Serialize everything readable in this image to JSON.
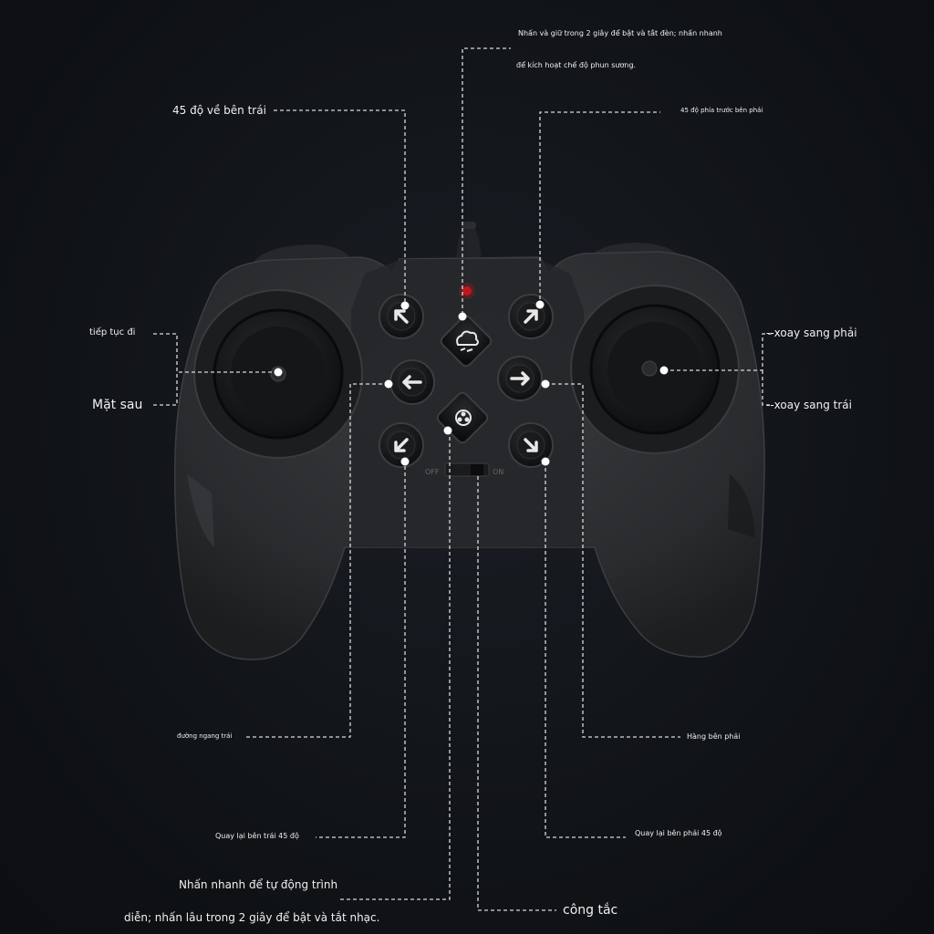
{
  "annotations": {
    "mist_line1": "Nhấn và giữ trong 2 giây để bật và tắt đèn; nhấn nhanh",
    "mist_line2": "để kích hoạt chế độ phun sương.",
    "left_45": "45 độ về bên trái",
    "front_right_45": "45 độ phía trước bên phải",
    "continue": "tiếp tục đi",
    "back": "Mặt sau",
    "rotate_right": "--xoay sang phải",
    "rotate_left": "--xoay sang trái",
    "left_strafe": "đường ngang trái",
    "right_row": "Hàng bên phải",
    "back_left_45": "Quay lại bên trái 45 độ",
    "back_right_45": "Quay lại bên phải 45 độ",
    "demo_line1": "Nhấn nhanh để tự động trình",
    "demo_line2": "diễn; nhấn lâu trong 2 giây để bật và tắt nhạc.",
    "power_switch": "công tắc"
  },
  "colors": {
    "background": "#111418",
    "controller_body": "#2b2c2f",
    "button": "#141516",
    "leader_line": "#d9d9d9",
    "led": "#c0161a"
  },
  "icons": {
    "up_left": "arrow-up-left-icon",
    "up_right": "arrow-up-right-icon",
    "left": "arrow-left-icon",
    "right": "arrow-right-icon",
    "down_left": "arrow-down-left-icon",
    "down_right": "arrow-down-right-icon",
    "mist": "mist-cloud-icon",
    "demo": "film-reel-icon"
  },
  "switch_labels": {
    "off": "OFF",
    "on": "ON"
  }
}
